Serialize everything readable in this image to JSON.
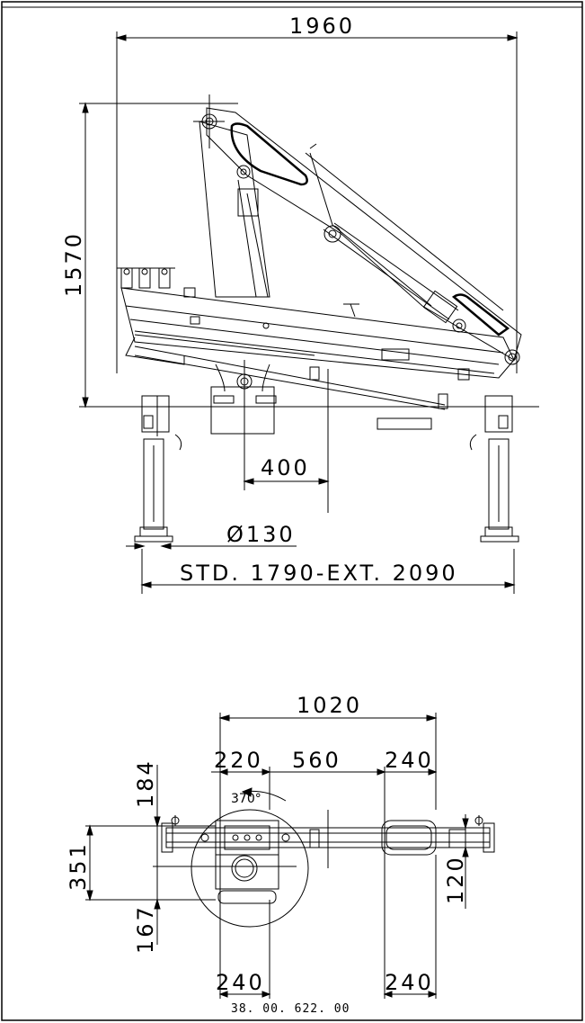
{
  "side_view": {
    "overall_length": "1960",
    "height": "1570",
    "offset": "400",
    "diameter": "Ø130",
    "outrigger_span": "STD. 1790-EXT. 2090"
  },
  "top_view": {
    "overall_width": "1020",
    "dim_220": "220",
    "dim_560": "560",
    "dim_240_top": "240",
    "dim_184": "184",
    "slew_angle": "370°",
    "dim_351": "351",
    "dim_120": "120",
    "dim_167": "167",
    "dim_240_bottom_left": "240",
    "dim_240_bottom_right": "240"
  },
  "drawing_number": "38. 00. 622. 00"
}
